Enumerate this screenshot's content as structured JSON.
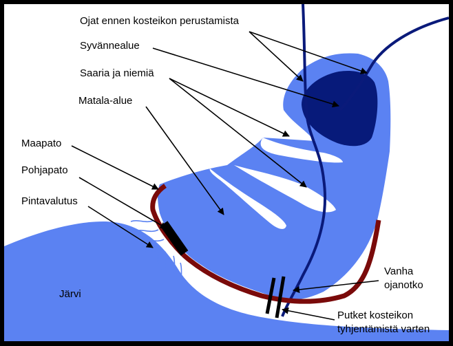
{
  "labels": {
    "streams_before": "Ojat ennen kosteikon perustamista",
    "deep_area": "Syvännealue",
    "islands": "Saaria ja niemiä",
    "shallow_area": "Matala-alue",
    "earth_dam": "Maapato",
    "bottom_dam": "Pohjapato",
    "surface_outflow": "Pintavalutus",
    "lake": "Järvi",
    "old_ditch_line1": "Vanha",
    "old_ditch_line2": "ojanotko",
    "pipes_line1": "Putket kosteikon",
    "pipes_line2": "tyhjentämistä varten"
  },
  "colors": {
    "water": "#5b82f2",
    "deep_water": "#071a7a",
    "stream": "#0a1a7a",
    "dam": "#7a0a0a",
    "ground": "#ffffff",
    "frame": "#000000"
  }
}
